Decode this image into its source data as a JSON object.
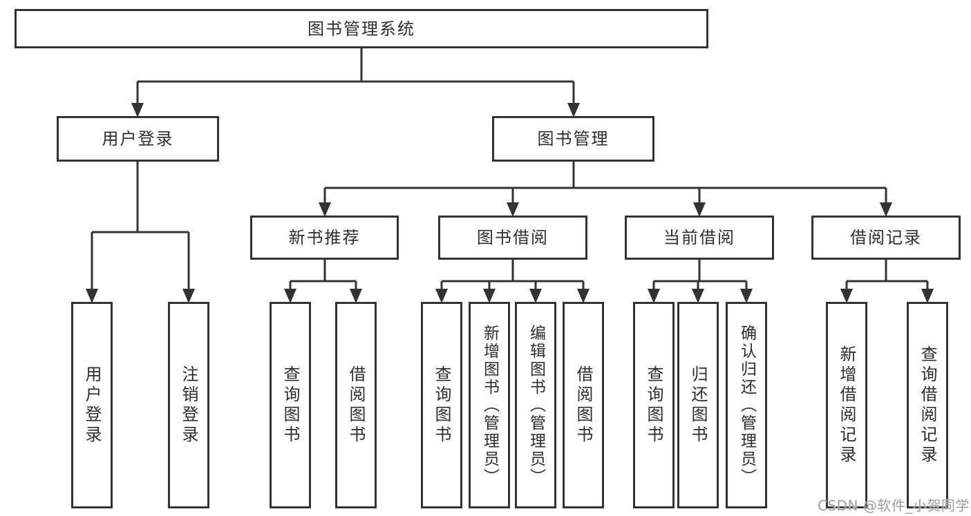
{
  "diagram": {
    "root": {
      "label": "图书管理系统"
    },
    "branches": [
      {
        "label": "用户登录",
        "children": [
          {
            "label": "用户登录"
          },
          {
            "label": "注销登录"
          }
        ]
      },
      {
        "label": "图书管理",
        "children": [
          {
            "label": "新书推荐",
            "children": [
              {
                "label": "查询图书"
              },
              {
                "label": "借阅图书"
              }
            ]
          },
          {
            "label": "图书借阅",
            "children": [
              {
                "label": "查询图书"
              },
              {
                "label": "新增图书（管理员）"
              },
              {
                "label": "编辑图书（管理员）"
              },
              {
                "label": "借阅图书"
              }
            ]
          },
          {
            "label": "当前借阅",
            "children": [
              {
                "label": "查询图书"
              },
              {
                "label": "归还图书"
              },
              {
                "label": "确认归还（管理员）"
              }
            ]
          },
          {
            "label": "借阅记录",
            "children": [
              {
                "label": "新增借阅记录"
              },
              {
                "label": "查询借阅记录"
              }
            ]
          }
        ]
      }
    ]
  },
  "watermark": {
    "text": "CSDN @软件_小贺同学"
  },
  "colors": {
    "line": "#333333",
    "text": "#2d2d2d",
    "watermark": "#9c9c9c",
    "background": "#ffffff"
  }
}
